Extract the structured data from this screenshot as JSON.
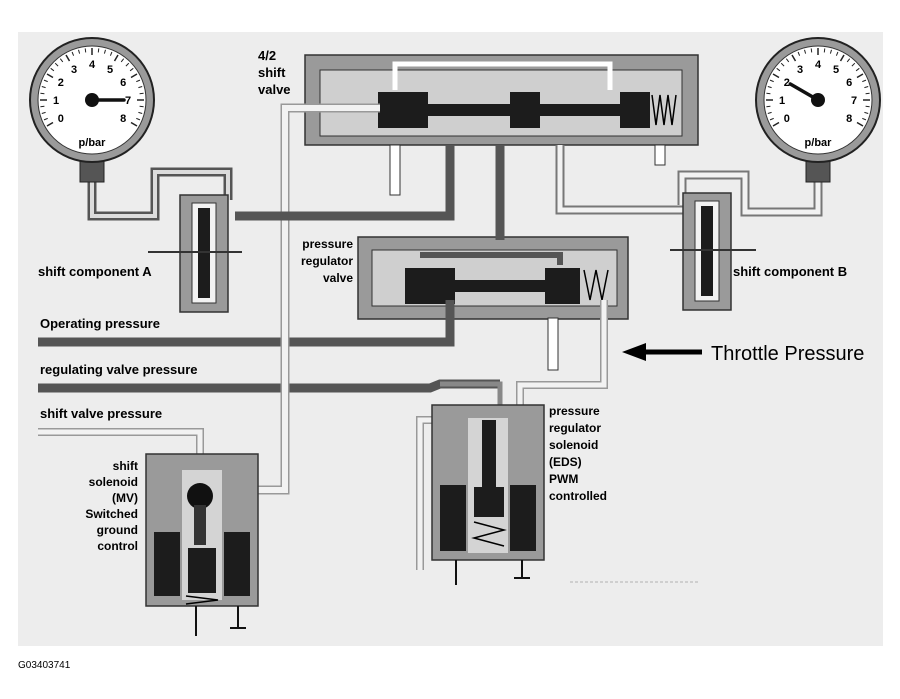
{
  "labels": {
    "shift_valve": [
      "4/2",
      "shift",
      "valve"
    ],
    "pressure_regulator_valve": [
      "pressure",
      "regulator",
      "valve"
    ],
    "shift_component_a": "shift component A",
    "shift_component_b": "shift component B",
    "operating_pressure": "Operating pressure",
    "regulating_valve_pressure": "regulating valve pressure",
    "shift_valve_pressure": "shift valve pressure",
    "throttle_pressure": "Throttle Pressure",
    "shift_solenoid": [
      "shift",
      "solenoid",
      "(MV)",
      "Switched",
      "ground",
      "control"
    ],
    "pressure_regulator_solenoid": [
      "pressure",
      "regulator",
      "solenoid",
      "(EDS)",
      "PWM",
      "controlled"
    ]
  },
  "gauge_left": {
    "unit": "p/bar",
    "scale": [
      "0",
      "1",
      "2",
      "3",
      "4",
      "5",
      "6",
      "7",
      "8"
    ],
    "reading": 7
  },
  "gauge_right": {
    "unit": "p/bar",
    "scale": [
      "0",
      "1",
      "2",
      "3",
      "4",
      "5",
      "6",
      "7",
      "8"
    ],
    "reading": 2
  },
  "figure_code": "G03403741",
  "colors": {
    "background_panel": "#ededed",
    "housing": "#9a9a9a",
    "line_dark": "#555555",
    "line_light": "#e6e6e6",
    "spool": "#1c1c1c"
  }
}
